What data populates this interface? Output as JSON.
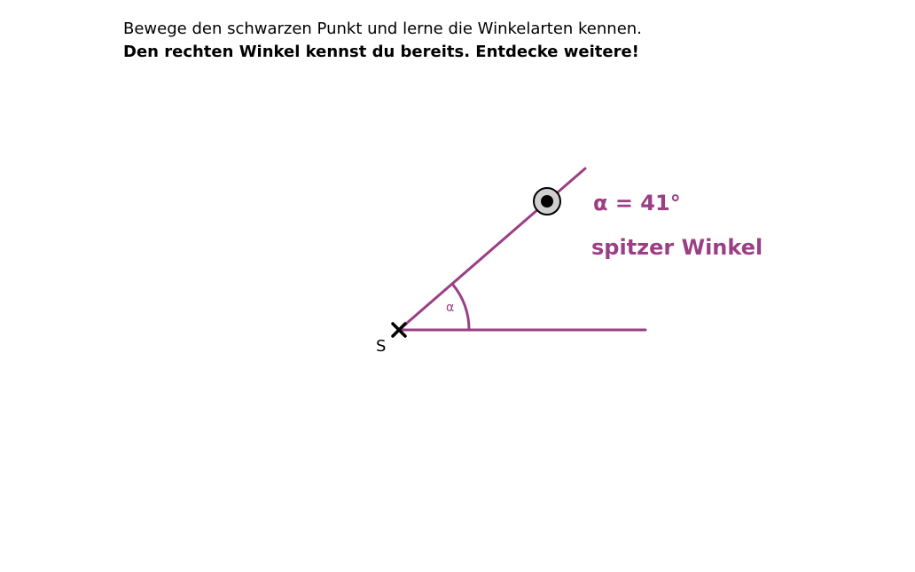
{
  "instructions": {
    "line1": "Bewege den schwarzen Punkt und lerne die Winkelarten kennen.",
    "line2": "Den rechten Winkel kennst du bereits. Entdecke weitere!"
  },
  "construction": {
    "vertex_label": "S",
    "angle_symbol": "α",
    "angle_value_text": "α = 41°",
    "angle_degrees": 41,
    "angle_type_text": "spitzer Winkel",
    "angle_color": "#9b3f85",
    "vertex_marker_icon": "cross-icon",
    "drag_point_icon": "draggable-point-icon"
  }
}
